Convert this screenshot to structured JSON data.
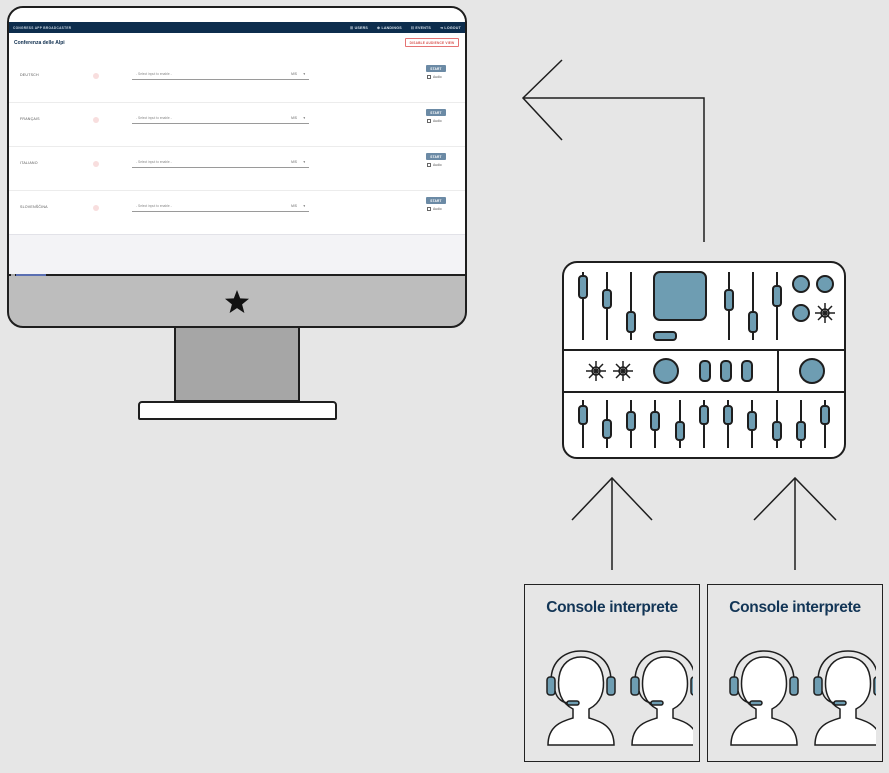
{
  "app": {
    "name": "CONGRESS APP BROADCASTER",
    "nav": [
      "☰ USERS",
      "⊕ LANDINGS",
      "☷ EVENTS",
      "⇥ LOGOUT"
    ],
    "title": "Conferenza delle Alpi",
    "audience_button": "DISABLE AUDIENCE VIEW",
    "select_placeholder": "- Select input to enable -",
    "select_value": "M/S",
    "start_label": "START",
    "audio_label": "Audio",
    "languages": [
      "DEUTSCH",
      "FRANÇAIS",
      "ITALIANO",
      "SLOVENŠČINA"
    ]
  },
  "consoles": [
    {
      "label": "Console interprete"
    },
    {
      "label": "Console interprete"
    }
  ],
  "colors": {
    "navy": "#0d2d4d",
    "accent_blue": "#6e9db2",
    "line": "#1e1e1e",
    "background": "#e6e6e6"
  },
  "icons": [
    "star-icon",
    "arrow-icon",
    "mixer-icon",
    "headset-person-icon"
  ]
}
